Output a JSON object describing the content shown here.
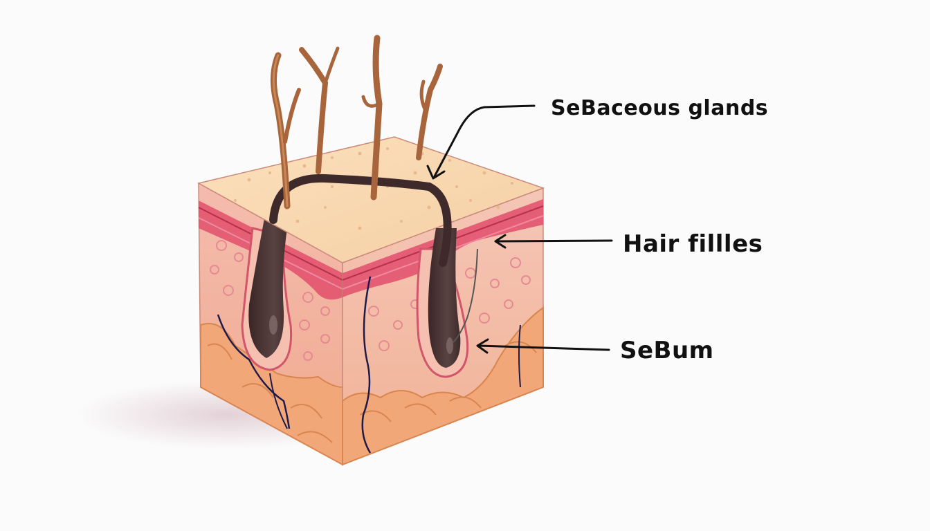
{
  "diagram": {
    "labels": {
      "sebaceous_glands": "SeBaceous glands",
      "hair_follicles": "Hair fillles",
      "sebum": "SeBum"
    }
  },
  "colors": {
    "background": "#fbfbfb",
    "epidermis_top": "#f7d6ae",
    "dermis": "#f2b2a4",
    "dermis_dark": "#e98c86",
    "red_band": "#d63a5c",
    "fat": "#f0a878",
    "fat_edge": "#d9854f",
    "gland": "#4a3434",
    "hair": "#a8643a",
    "nerve": "#1e1a4a",
    "arrow": "#111111"
  }
}
